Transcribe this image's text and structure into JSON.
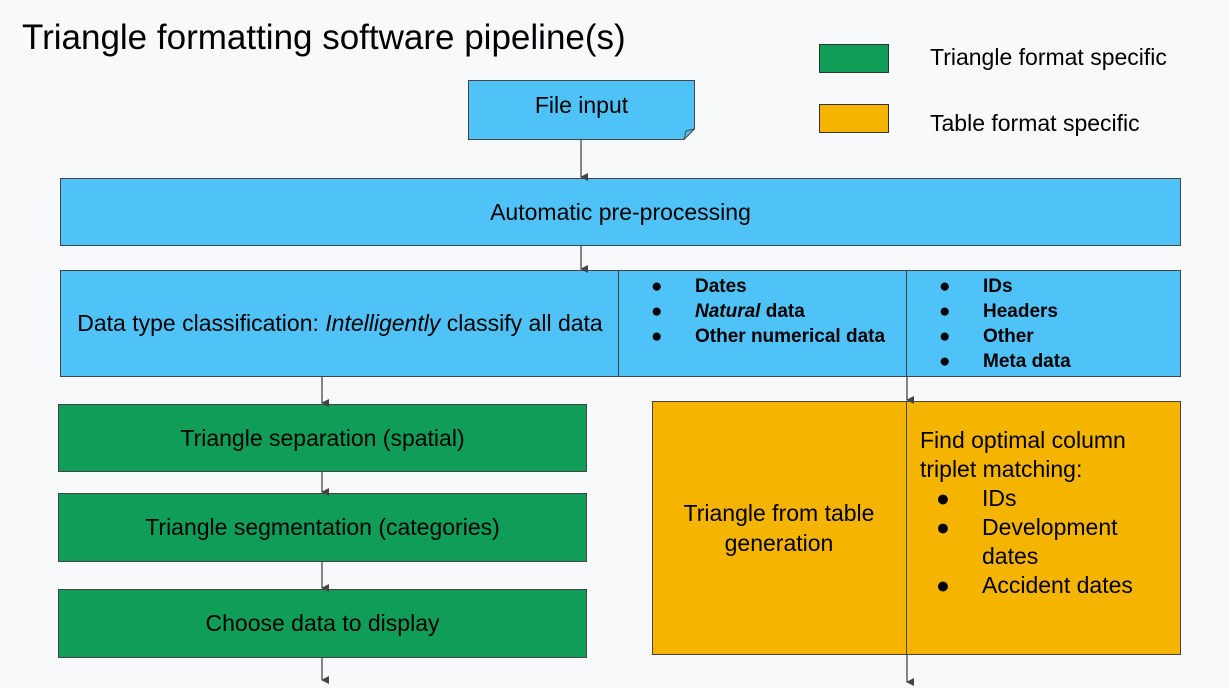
{
  "title": "Triangle formatting software pipeline(s)",
  "legend": [
    {
      "label": "Triangle format specific",
      "color": "#0f9d58"
    },
    {
      "label": "Table format specific",
      "color": "#f4b400"
    }
  ],
  "colors": {
    "blue": "#4fc3f7",
    "green": "#0f9d58",
    "orange": "#f4b400"
  },
  "nodes": {
    "file_input": "File input",
    "preprocessing": "Automatic pre-processing",
    "classification": {
      "prefix": "Data type classification: ",
      "emphasis": "Intelligently",
      "suffix": " classify all data"
    },
    "data_types_1": {
      "item1": "Dates",
      "item2_emphasis": "Natural",
      "item2_rest": " data",
      "item3": "Other numerical data"
    },
    "data_types_2": [
      "IDs",
      "Headers",
      "Other",
      "Meta data"
    ],
    "triangle_separation": "Triangle separation (spatial)",
    "triangle_segmentation": "Triangle segmentation (categories)",
    "choose_data": "Choose data to display",
    "triangle_from_table": "Triangle from table generation",
    "column_matching": {
      "heading": "Find optimal column triplet matching:",
      "items": [
        "IDs",
        "Development dates",
        "Accident dates"
      ]
    }
  }
}
